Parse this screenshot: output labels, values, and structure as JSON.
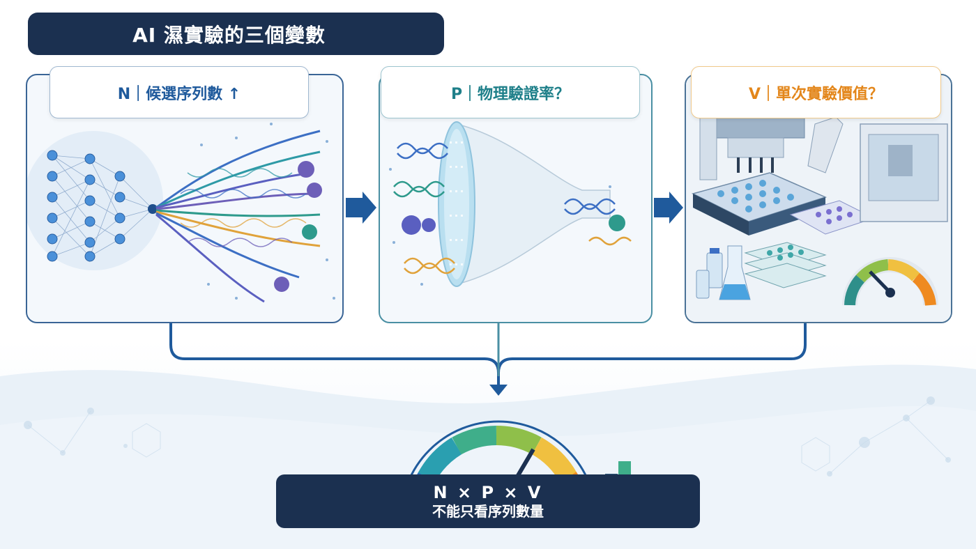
{
  "title": "AI 濕實驗的三個變數",
  "panels": [
    {
      "label": "N｜候選序列數 ↑",
      "icon": "neural-network-dna-icon"
    },
    {
      "label": "P｜物理驗證率？",
      "icon": "funnel-filter-icon"
    },
    {
      "label": "V｜單次實驗價值？",
      "icon": "lab-automation-gauge-icon"
    }
  ],
  "summary": {
    "formula": "N × P × V",
    "caption": "不能只看序列數量"
  },
  "colors": {
    "navy": "#1b3050",
    "blue": "#1f5a9c",
    "teal": "#1e7f89",
    "orange": "#e3861a"
  }
}
